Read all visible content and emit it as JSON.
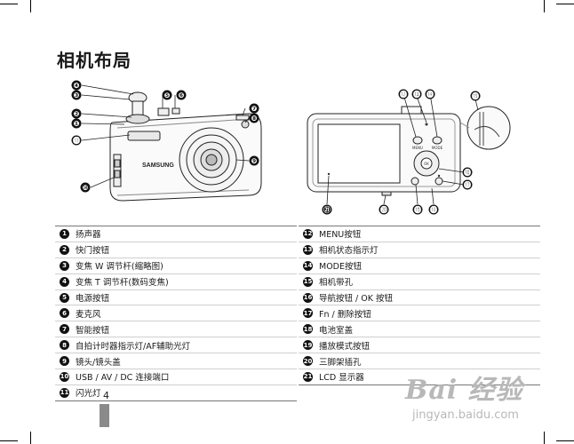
{
  "title": "相机布局",
  "front_camera_brand": "SAMSUNG",
  "back_button_labels": {
    "menu": "MENU",
    "mode": "MODE",
    "ok": "OK"
  },
  "front_callouts": [
    "❹",
    "❸",
    "❷",
    "❶",
    "⓫",
    "❿",
    "❺",
    "❻",
    "❼",
    "❽",
    "❾"
  ],
  "back_callouts": [
    "⓬",
    "⓭",
    "⓮",
    "⓯",
    "⓰",
    "⓱",
    "⓲",
    "⓳",
    "⓴",
    "㉑"
  ],
  "legend_left": [
    {
      "num": "1",
      "text": "扬声器"
    },
    {
      "num": "2",
      "text": "快门按钮"
    },
    {
      "num": "3",
      "text": "变焦 W 调节杆(缩略图)"
    },
    {
      "num": "4",
      "text": "变焦 T 调节杆(数码变焦)"
    },
    {
      "num": "5",
      "text": "电源按钮"
    },
    {
      "num": "6",
      "text": "麦克风"
    },
    {
      "num": "7",
      "text": "智能按钮"
    },
    {
      "num": "8",
      "text": "自拍计时器指示灯/AF辅助光灯"
    },
    {
      "num": "9",
      "text": "镜头/镜头盖"
    },
    {
      "num": "10",
      "text": "USB / AV / DC 连接端口"
    },
    {
      "num": "11",
      "text": "闪光灯"
    }
  ],
  "legend_right": [
    {
      "num": "12",
      "text": "MENU按钮"
    },
    {
      "num": "13",
      "text": "相机状态指示灯"
    },
    {
      "num": "14",
      "text": "MODE按钮"
    },
    {
      "num": "15",
      "text": "相机带孔"
    },
    {
      "num": "16",
      "text": "导航按钮 / OK 按钮"
    },
    {
      "num": "17",
      "text": "Fn / 删除按钮"
    },
    {
      "num": "18",
      "text": "电池室盖"
    },
    {
      "num": "19",
      "text": "播放模式按钮"
    },
    {
      "num": "20",
      "text": "三脚架插孔"
    },
    {
      "num": "21",
      "text": "LCD 显示器"
    }
  ],
  "page_number": "4",
  "watermark": {
    "brand": "Bai 经验",
    "url": "jingyan.baidu.com"
  }
}
